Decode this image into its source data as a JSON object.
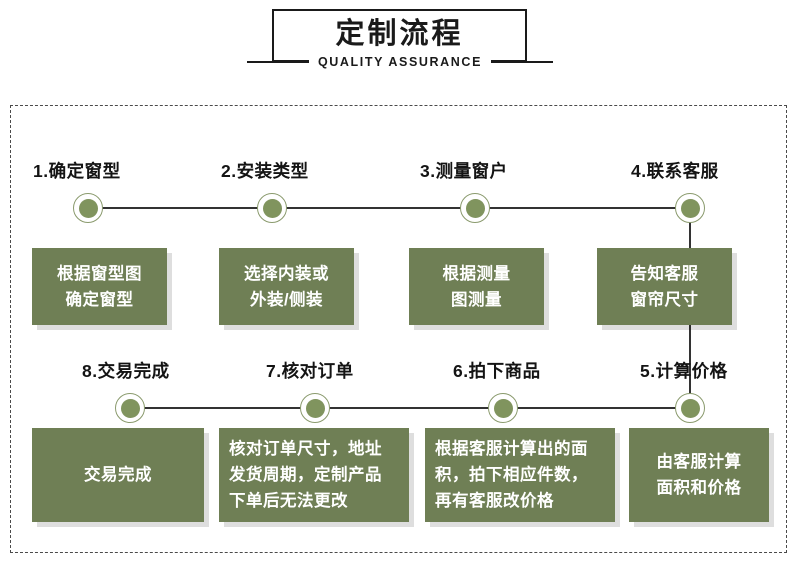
{
  "header": {
    "title_cn": "定制流程",
    "subtitle_en": "QUALITY ASSURANCE"
  },
  "theme": {
    "box_green": "#6F7F55",
    "node_green": "#80945E",
    "node_ring": "#8A9A6D",
    "line": "#333333",
    "text_dark": "#141414",
    "border_dashed": "#4A4A4A"
  },
  "flow": {
    "row1": [
      {
        "step_label": "1.确定窗型",
        "box_text": "根据窗型图\n确定窗型",
        "align": "center"
      },
      {
        "step_label": "2.安装类型",
        "box_text": "选择内装或\n外装/侧装",
        "align": "center"
      },
      {
        "step_label": "3.测量窗户",
        "box_text": "根据测量\n图测量",
        "align": "center"
      },
      {
        "step_label": "4.联系客服",
        "box_text": "告知客服\n窗帘尺寸",
        "align": "center"
      }
    ],
    "row2": [
      {
        "step_label": "8.交易完成",
        "box_text": "交易完成",
        "align": "center"
      },
      {
        "step_label": "7.核对订单",
        "box_text": "核对订单尺寸，地址\n发货周期，定制产品\n下单后无法更改",
        "align": "left"
      },
      {
        "step_label": "6.拍下商品",
        "box_text": "根据客服计算出的面\n积，拍下相应件数，\n再有客服改价格",
        "align": "left"
      },
      {
        "step_label": "5.计算价格",
        "box_text": "由客服计算\n面积和价格",
        "align": "center"
      }
    ]
  }
}
